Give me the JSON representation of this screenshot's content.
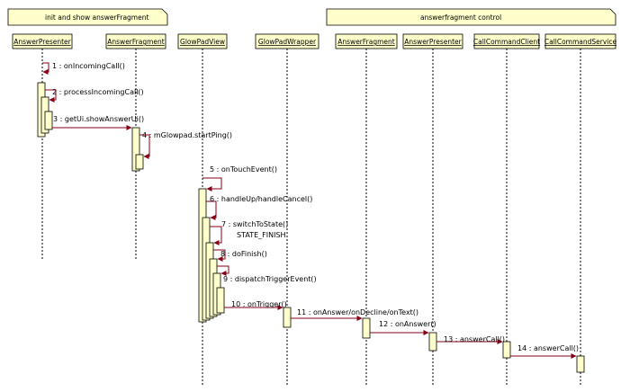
{
  "frames": [
    "init and show answerFragment",
    "answerfragment control"
  ],
  "participants": [
    "AnswerPresenter",
    "AnswerFragment",
    "GlowPadView",
    "GlowPadWrapper",
    "AnswerFragment",
    "AnswerPresenter",
    "CallCommandClient",
    "CallCommandService"
  ],
  "messages": [
    "1 : onIncomingCall()",
    "2 : processIncomingCall()",
    "3 : getUi.showAnswerUi()",
    "4 : mGlowpad.startPing()",
    "5 : onTouchEvent()",
    "6 : handleUp/handleCancel()",
    "7 : switchToState()",
    "STATE_FINISH",
    "8 : doFinish()",
    "9 : dispatchTriggerEvent()",
    "10 : onTrigger()",
    "11 : onAnswer/onDecline/onText()",
    "12 : onAnswer()",
    "13 : answerCall()",
    "14 : answerCall()"
  ],
  "colors": {
    "activation": "#ffffcc",
    "message_line": "#880015",
    "frame_fill": "#ffffcc"
  }
}
